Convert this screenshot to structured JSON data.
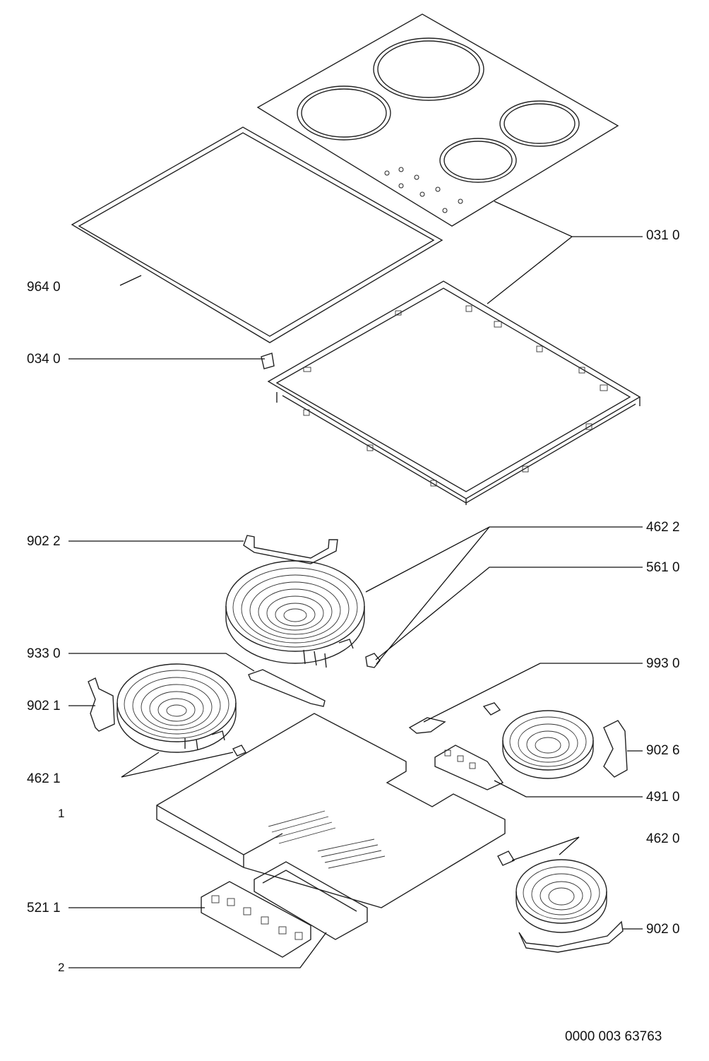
{
  "labels": {
    "l_0310": "031 0",
    "l_9640": "964 0",
    "l_0340": "034 0",
    "l_9022": "902 2",
    "l_4622": "462 2",
    "l_5610": "561 0",
    "l_9330": "933 0",
    "l_9930": "993 0",
    "l_9021": "902 1",
    "l_9026": "902 6",
    "l_4621": "462 1",
    "l_4910": "491 0",
    "l_1": "1",
    "l_4620": "462 0",
    "l_5211": "521 1",
    "l_9020": "902 0",
    "l_2": "2"
  },
  "footer": {
    "doc_number": "0000 003 63763"
  }
}
